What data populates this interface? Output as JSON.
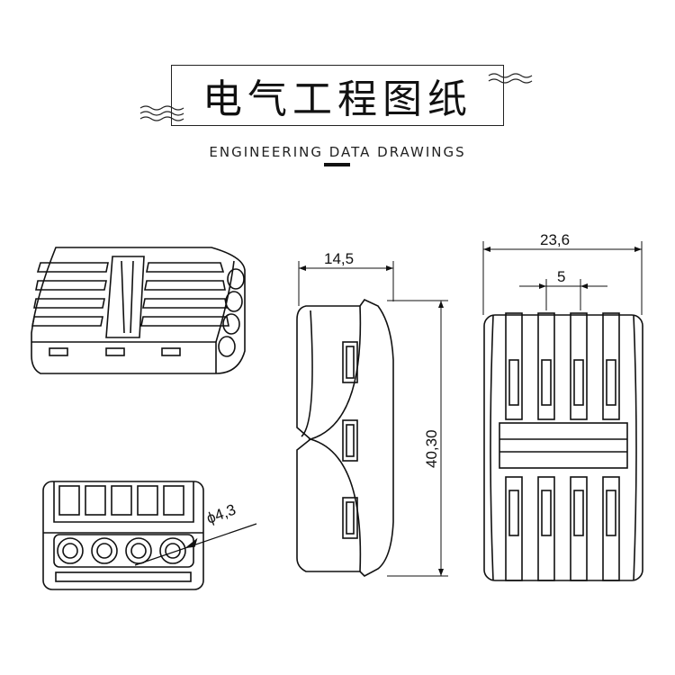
{
  "header": {
    "title": "电气工程图纸",
    "subtitle": "ENGINEERING DATA DRAWINGS"
  },
  "dimensions": {
    "side_width": "14,5",
    "height": "40,30",
    "top_width": "23,6",
    "pitch": "5",
    "hole_diameter": "ϕ4,3"
  }
}
